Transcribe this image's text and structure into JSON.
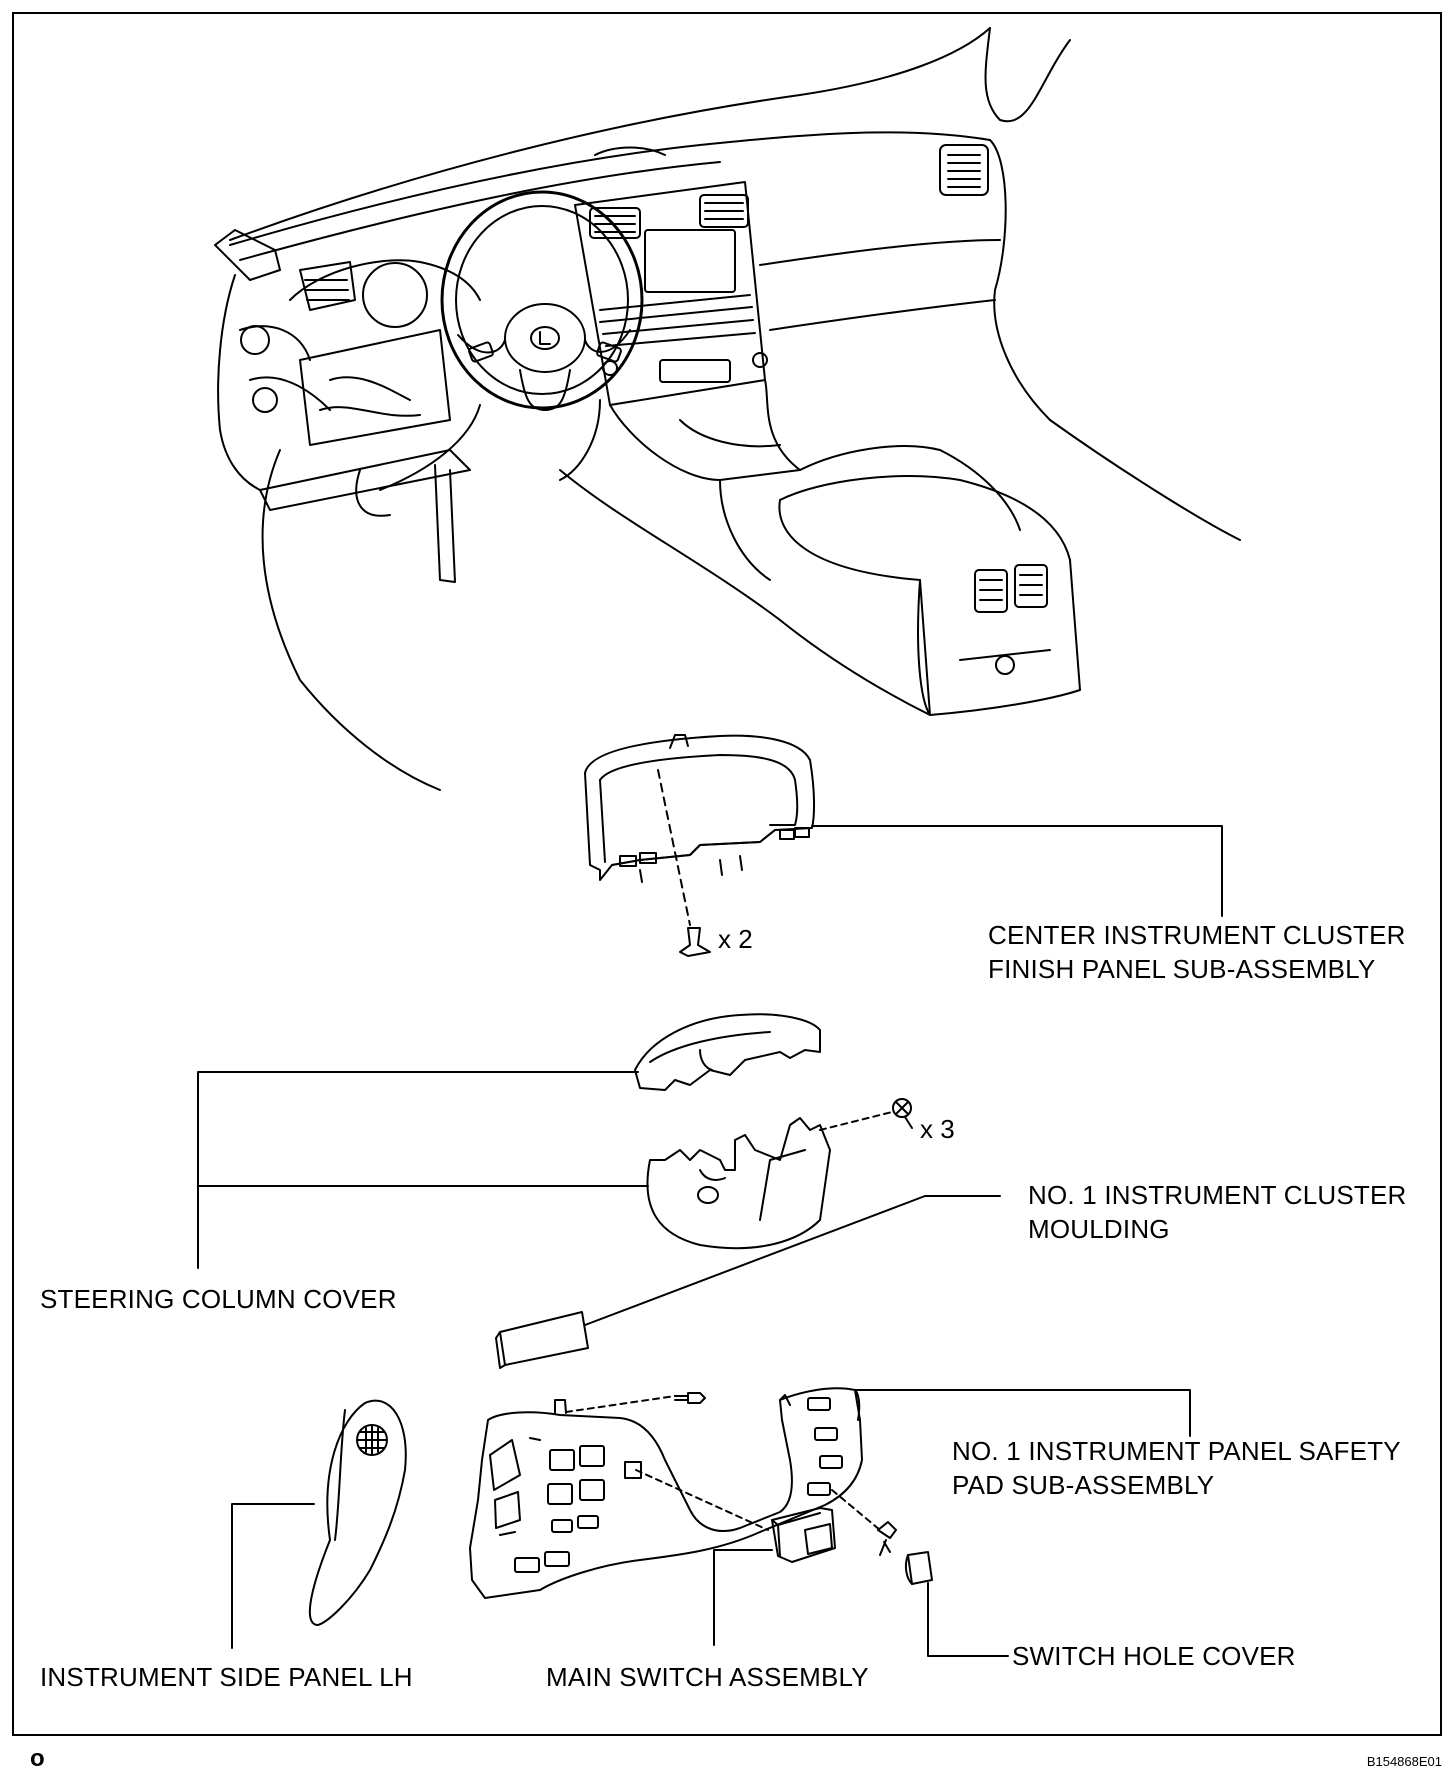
{
  "labels": {
    "center_cluster_line1": "CENTER INSTRUMENT CLUSTER",
    "center_cluster_line2": "FINISH PANEL SUB-ASSEMBLY",
    "steering_column_cover": "STEERING COLUMN COVER",
    "moulding_line1": "NO. 1 INSTRUMENT CLUSTER",
    "moulding_line2": "MOULDING",
    "safety_pad_line1": "NO. 1 INSTRUMENT PANEL SAFETY",
    "safety_pad_line2": "PAD SUB-ASSEMBLY",
    "side_panel": "INSTRUMENT SIDE PANEL LH",
    "main_switch": "MAIN SWITCH ASSEMBLY",
    "switch_hole_cover": "SWITCH HOLE COVER"
  },
  "quantities": {
    "clip_qty": "x 2",
    "screw_qty": "x 3"
  },
  "footer": {
    "corner_mark": "o",
    "figure_code": "B154868E01"
  }
}
